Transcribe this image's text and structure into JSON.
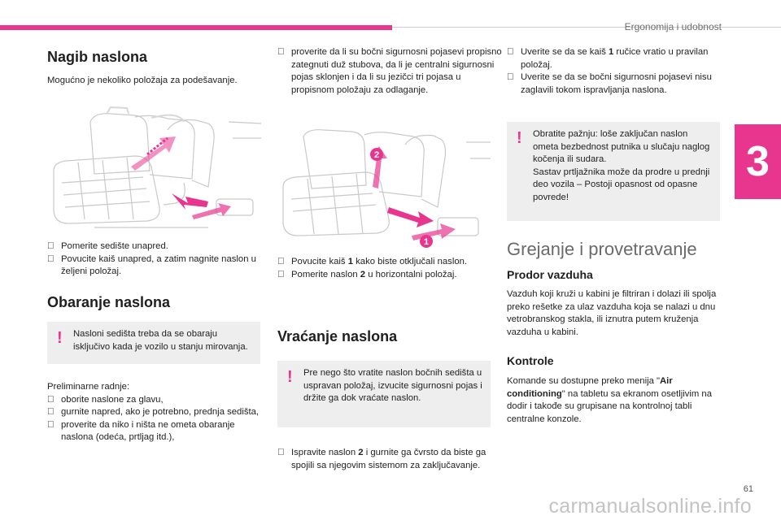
{
  "header": {
    "section": "Ergonomija i udobnost",
    "chapter": "3"
  },
  "col1": {
    "h_nagib": "Nagib naslona",
    "intro": "Mogućno je nekoliko položaja za podešavanje.",
    "steps1": [
      {
        "marker": "",
        "text": "Pomerite sedište unapred."
      },
      {
        "marker": "",
        "text": "Povucite kaiš unapred, a zatim nagnite naslon u željeni položaj."
      }
    ],
    "h_obaranje": "Obaranje naslona",
    "warn1": "Nasloni sedišta treba da se obaraju isključivo kada je vozilo u stanju mirovanja.",
    "prelim": "Preliminarne radnje:",
    "steps2": [
      {
        "marker": "",
        "text": "oborite naslone za glavu,"
      },
      {
        "marker": "",
        "text": "gurnite napred, ako je potrebno, prednja sedišta,"
      },
      {
        "marker": "",
        "text": "proverite da niko i ništa ne ometa obaranje naslona (odeća, prtljag itd.),"
      }
    ]
  },
  "col2": {
    "steps1": [
      {
        "marker": "",
        "text": "proverite da li su bočni sigurnosni pojasevi propisno zategnuti duž stubova, da li je centralni sigurnosni pojas sklonjen i da li su jezičci tri pojasa u propisnom položaju za odlaganje."
      }
    ],
    "fig_label_1": "1",
    "fig_label_2": "2",
    "step_a_pre": "Povucite kaiš ",
    "step_a_num": "1",
    "step_a_post": " kako biste otključali naslon.",
    "step_b_pre": "Pomerite naslon ",
    "step_b_num": "2",
    "step_b_post": " u horizontalni položaj.",
    "h_vracanje": "Vraćanje naslona",
    "warn2": "Pre nego što vratite naslon bočnih sedišta u uspravan položaj, izvucite sigurnosni pojas i držite ga dok vraćate naslon.",
    "step_c_pre": "Ispravite naslon ",
    "step_c_num": "2",
    "step_c_post": " i gurnite ga čvrsto da biste ga spojili sa njegovim sistemom za zaključavanje.",
    "marker": ""
  },
  "col3": {
    "step_d_pre": "Uverite se da se kaiš ",
    "step_d_num": "1",
    "step_d_post": " ručice vratio u pravilan položaj.",
    "step_e": "Uverite se da se bočni sigurnosni pojasevi nisu zaglavili tokom ispravljanja naslona.",
    "marker": "",
    "warn3": "Obratite pažnju: loše zaključan naslon ometa bezbednost putnika u slučaju naglog kočenja ili sudara.\nSastav prtljažnika može da prodre u prednji deo vozila – Postoji opasnost od opasne povrede!",
    "h_grejanje": "Grejanje i provetravanje",
    "h_prodor": "Prodor vazduha",
    "prodor_text": "Vazduh koji kruži u kabini je filtriran i dolazi ili spolja preko rešetke za ulaz vazduha koja se nalazi u dnu vetrobranskog stakla, ili iznutra putem kruženja vazduha u kabini.",
    "h_kontrole": "Kontrole",
    "kontrole_pre": "Komande su dostupne preko menija \"",
    "kontrole_bold": "Air conditioning",
    "kontrole_post": "\" na tabletu sa ekranom osetljivim na dodir i takođe su grupisane na kontrolnoj tabli centralne konzole."
  },
  "footer": {
    "page": "61",
    "watermark": "carmanualsonline.info"
  },
  "colors": {
    "accent": "#e8368f",
    "note_bg": "#eeeeee"
  }
}
